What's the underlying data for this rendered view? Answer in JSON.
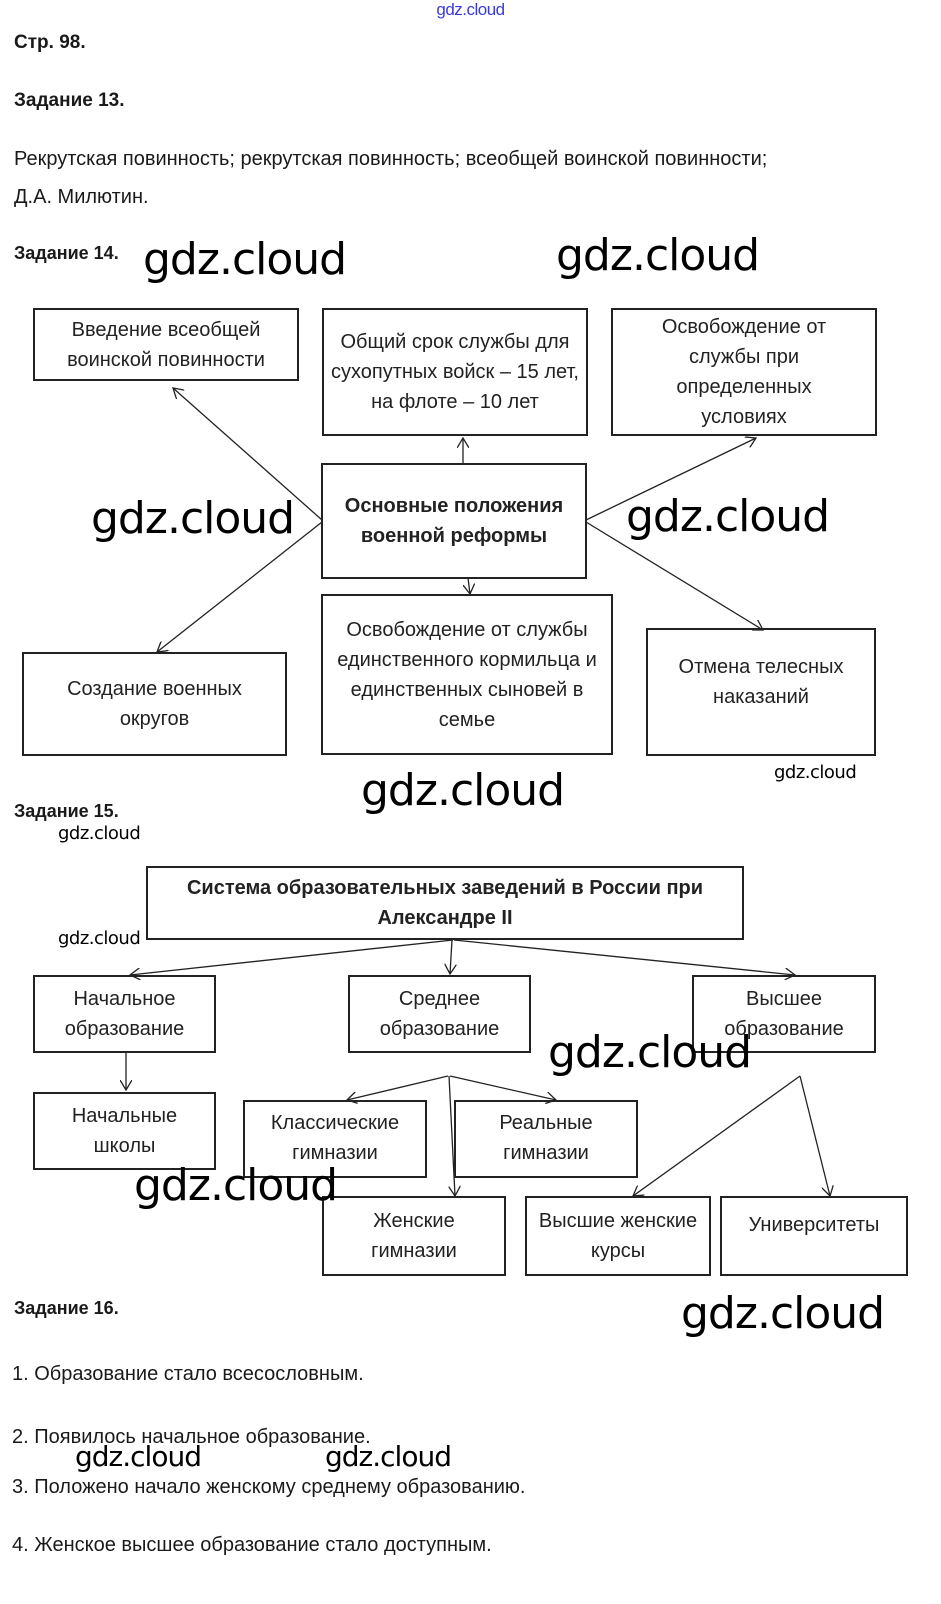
{
  "header_watermark": "gdz.cloud",
  "page_label": "Стр. 98.",
  "task13": {
    "title": "Задание 13.",
    "lines": [
      "Рекрутская повинность; рекрутская повинность; всеобщей воинской повинности;",
      "Д.А. Милютин."
    ]
  },
  "task14": {
    "title": "Задание 14.",
    "center": "Основные положения военной реформы",
    "boxes": [
      "Введение всеобщей воинской повинности",
      "Общий срок службы для сухопутных войск – 15 лет, на флоте – 10 лет",
      "Освобождение от службы при определенных условиях",
      "Создание военных округов",
      "Освобождение от службы единственного кормильца и единственных сыновей в семье",
      "Отмена телесных наказаний"
    ]
  },
  "task15": {
    "title": "Задание 15.",
    "root": "Система образовательных заведений в России при Александре II",
    "levels": [
      "Начальное образование",
      "Среднее образование",
      "Высшее образование"
    ],
    "children": {
      "primary": [
        "Начальные школы"
      ],
      "secondary": [
        "Классические гимназии",
        "Реальные гимназии",
        "Женские гимназии"
      ],
      "higher": [
        "Высшие женские курсы",
        "Университеты"
      ]
    }
  },
  "task16": {
    "title": "Задание 16.",
    "items": [
      "1. Образование стало всесословным.",
      "2. Появилось начальное образование.",
      "3. Положено начало женскому среднему образованию.",
      "4. Женское высшее образование стало доступным."
    ]
  },
  "watermarks": [
    "gdz.cloud",
    "gdz.cloud",
    "gdz.cloud",
    "gdz.cloud",
    "gdz.cloud",
    "gdz.cloud",
    "gdz.cloud",
    "gdz.cloud",
    "gdz.cloud",
    "gdz.cloud",
    "gdz.cloud",
    "gdz.cloud"
  ]
}
